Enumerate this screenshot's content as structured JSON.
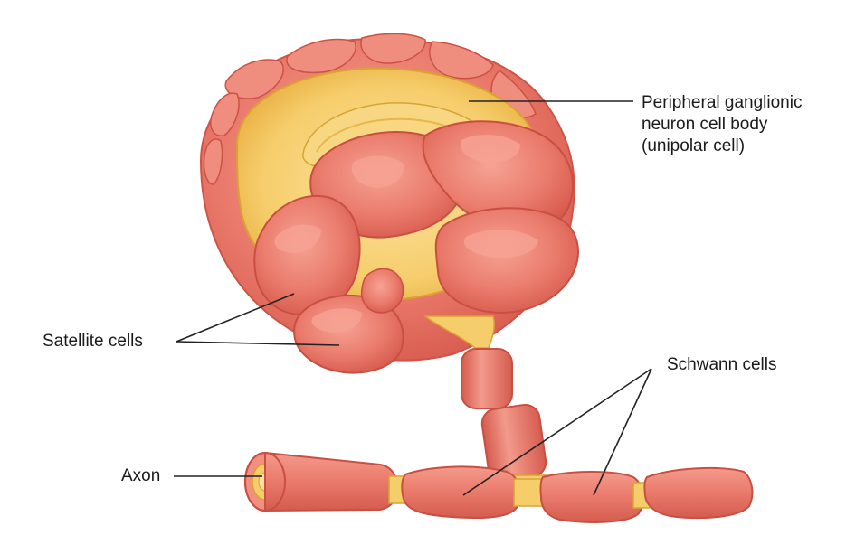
{
  "labels": {
    "neuron_body": {
      "lines": [
        "Peripheral ganglionic",
        "neuron cell body",
        "(unipolar cell)"
      ]
    },
    "satellite": "Satellite cells",
    "schwann": "Schwann cells",
    "axon": "Axon"
  },
  "colors": {
    "satellite_fill": "#ea7b6c",
    "satellite_highlight": "#f6a394",
    "satellite_shadow": "#d9564a",
    "neuron_fill": "#f9d985",
    "neuron_dark": "#f0c052",
    "neuron_edge": "#d9a334",
    "schwann_fill": "#e8786a",
    "leader_line": "#222222",
    "text": "#1a1a1a"
  }
}
